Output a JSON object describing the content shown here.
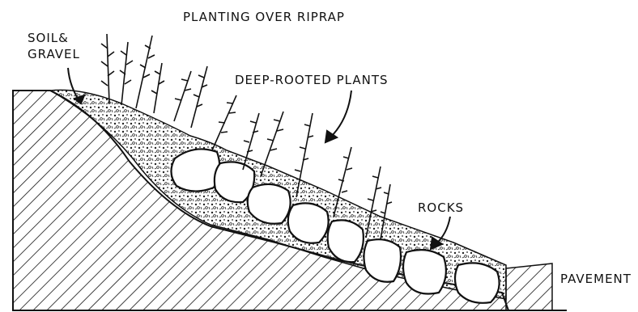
{
  "diagram": {
    "title": "PLANTING OVER RIPRAP",
    "labels": {
      "soil_line1": "SOIL&",
      "soil_line2": "GRAVEL",
      "plants": "DEEP-ROOTED PLANTS",
      "rocks": "ROCKS",
      "pavement": "PAVEMENT"
    }
  }
}
